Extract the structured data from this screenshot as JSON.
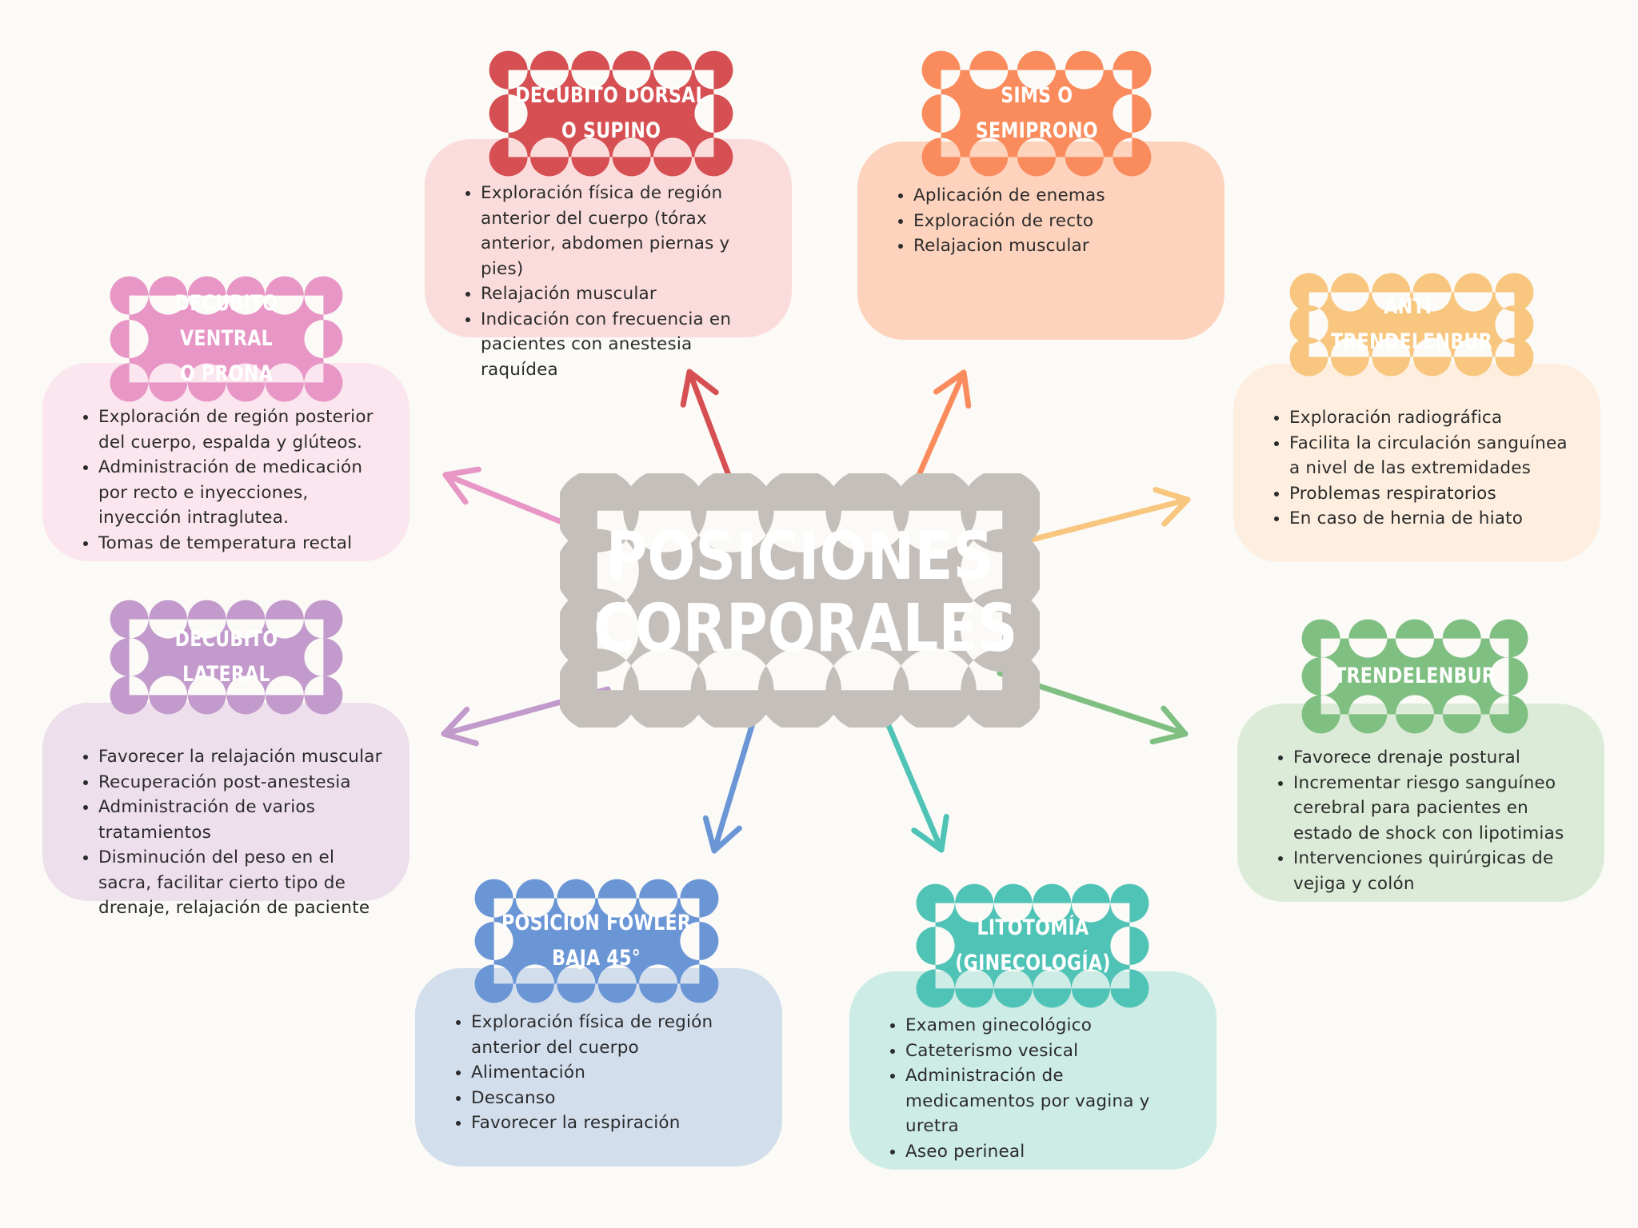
{
  "center": {
    "title": "POSICIONES\nCORPORALES",
    "color": "#c4bfbb"
  },
  "nodes": [
    {
      "id": "decubito-dorsal",
      "title": "DECUBITO DORSAL\nO SUPINO",
      "cloud_color": "#d64f52",
      "box_color": "#fbdcdd",
      "arrow_color": "#d64f52",
      "items": [
        "Exploración física de región anterior del cuerpo (tórax anterior, abdomen piernas y pies)",
        "Relajación muscular",
        "Indicación con frecuencia en pacientes con anestesia raquídea"
      ]
    },
    {
      "id": "sims",
      "title": "SIMS O\nSEMIPRONO",
      "cloud_color": "#f98b5c",
      "box_color": "#fed3bd",
      "arrow_color": "#f98b5c",
      "items": [
        "Aplicación de enemas",
        "Exploración de recto",
        "Relajacion muscular"
      ]
    },
    {
      "id": "anti-trendelenbur",
      "title": "ANTI-TRENDELENBUR",
      "cloud_color": "#f8c67e",
      "box_color": "#fdeedf",
      "arrow_color": "#f8c67e",
      "items": [
        "Exploración radiográfica",
        "Facilita la circulación sanguínea a nivel de las extremidades",
        "Problemas respiratorios",
        "En caso de hernia de hiato"
      ]
    },
    {
      "id": "trendelenbur",
      "title": "TRENDELENBUR",
      "cloud_color": "#7fbf82",
      "box_color": "#dcebd8",
      "arrow_color": "#7fbf82",
      "items": [
        "Favorece drenaje postural",
        "Incrementar riesgo sanguíneo cerebral para pacientes en estado de shock con lipotimias",
        "Intervenciones quirúrgicas de vejiga y colón"
      ]
    },
    {
      "id": "litotomia",
      "title": "LITOTOMÍA\n(GINECOLOGÍA)",
      "cloud_color": "#4fc3b6",
      "box_color": "#cdece6",
      "arrow_color": "#4fc3b6",
      "items": [
        "Examen ginecológico",
        "Cateterismo vesical",
        "Administración de medicamentos por vagina y uretra",
        "Aseo perineal"
      ]
    },
    {
      "id": "fowler",
      "title": "POSICION FOWLER\nBAJA 45°",
      "cloud_color": "#6b96d6",
      "box_color": "#d3deed",
      "arrow_color": "#6b96d6",
      "items": [
        "Exploración física de región anterior del cuerpo",
        "Alimentación",
        "Descanso",
        "Favorecer la respiración"
      ]
    },
    {
      "id": "decubito-lateral",
      "title": "DECUBITO LATERAL",
      "cloud_color": "#c29acb",
      "box_color": "#eddfec",
      "arrow_color": "#c29acb",
      "items": [
        "Favorecer la relajación muscular",
        "Recuperación post-anestesia",
        "Administración de varios tratamientos",
        "Disminución del peso en el sacra, facilitar cierto tipo de drenaje, relajación de paciente"
      ]
    },
    {
      "id": "decubito-ventral",
      "title": "DECUBITO VENTRAL\nO PRONA",
      "cloud_color": "#e796c6",
      "box_color": "#fbe5ee",
      "arrow_color": "#e796c6",
      "items": [
        "Exploración de región posterior del cuerpo, espalda y glúteos.",
        "Administración de medicación por recto e inyecciones, inyección intraglutea.",
        "Tomas de temperatura rectal"
      ]
    }
  ]
}
